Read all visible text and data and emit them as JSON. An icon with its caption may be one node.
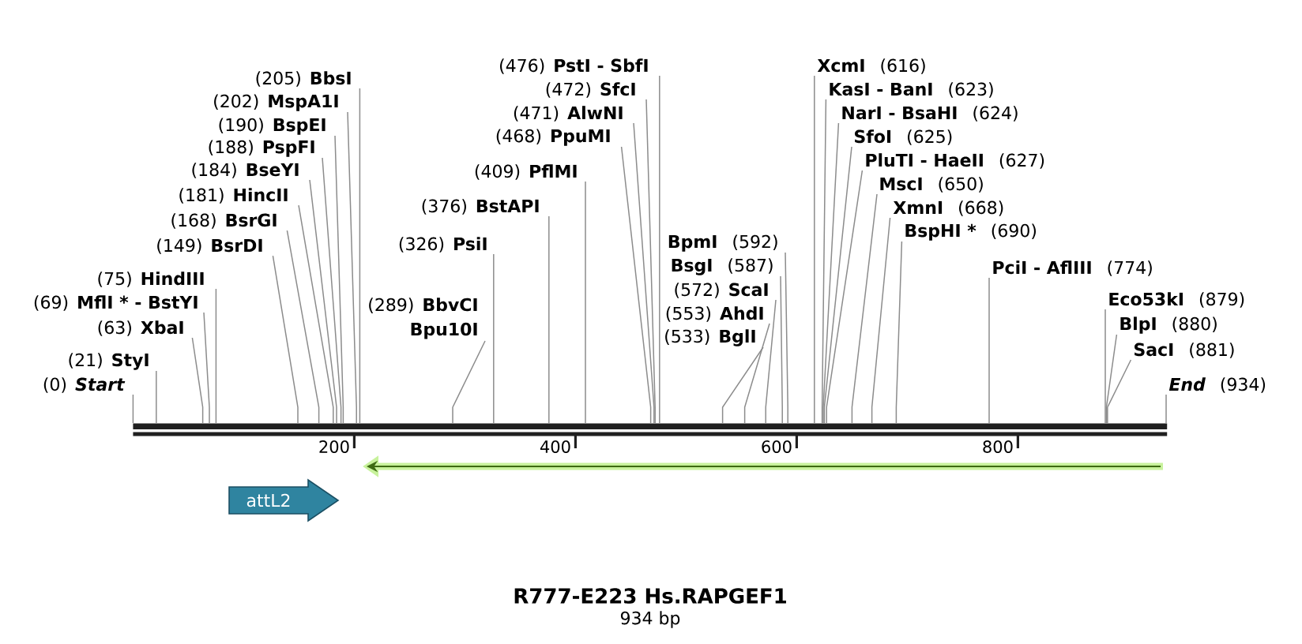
{
  "diagram": {
    "title": "R777-E223 Hs.RAPGEF1",
    "nodes": [
      {
        "text": [
          "(0)",
          "Start"
        ]
      },
      {
        "text": [
          "(21)",
          "StyI"
        ]
      },
      {
        "text": [
          "(63)",
          "XbaI"
        ]
      },
      {
        "text": [
          "(69)",
          "MflI * - BstYI"
        ]
      },
      {
        "text": [
          "(75)",
          "HindIII"
        ]
      },
      {
        "text": [
          "(149)",
          "BsrDI"
        ]
      },
      {
        "text": [
          "(168)",
          "BsrGI"
        ]
      },
      {
        "text": [
          "(181)",
          "HincII"
        ]
      },
      {
        "text": [
          "(184)",
          "BseYI"
        ]
      },
      {
        "text": [
          "(188)",
          "PspFI"
        ]
      },
      {
        "text": [
          "(190)",
          "BspEI"
        ]
      },
      {
        "text": [
          "(202)",
          "MspA1I"
        ]
      },
      {
        "text": [
          "(205)",
          "BbsI"
        ]
      },
      {
        "text": [
          "(289)",
          "BbvCI",
          "Bpu10I"
        ]
      },
      {
        "text": [
          "(326)",
          "PsiI"
        ]
      },
      {
        "text": [
          "(376)",
          "BstAPI"
        ]
      },
      {
        "text": [
          "(409)",
          "PflMI"
        ]
      },
      {
        "text": [
          "(468)",
          "PpuMI"
        ]
      },
      {
        "text": [
          "(471)",
          "AlwNI"
        ]
      },
      {
        "text": [
          "(472)",
          "SfcI"
        ]
      },
      {
        "text": [
          "(476)",
          "PstI - SbfI"
        ]
      },
      {
        "text": [
          "(533)",
          "BglI"
        ]
      },
      {
        "text": [
          "(553)",
          "AhdI"
        ]
      },
      {
        "text": [
          "(572)",
          "ScaI"
        ]
      },
      {
        "text": [
          "BsgI",
          "(587)"
        ]
      },
      {
        "text": [
          "BpmI",
          "(592)"
        ]
      },
      {
        "text": [
          "XcmI",
          "(616)"
        ]
      },
      {
        "text": [
          "KasI - BanI",
          "(623)"
        ]
      },
      {
        "text": [
          "NarI - BsaHI",
          "(624)"
        ]
      },
      {
        "text": [
          "SfoI",
          "(625)"
        ]
      },
      {
        "text": [
          "PluTI - HaeII",
          "(627)"
        ]
      },
      {
        "text": [
          "MscI",
          "(650)"
        ]
      },
      {
        "text": [
          "XmnI",
          "(668)"
        ]
      },
      {
        "text": [
          "BspHI *",
          "(690)"
        ]
      },
      {
        "text": [
          "PciI - AflIII",
          "(774)"
        ]
      },
      {
        "text": [
          "Eco53kI",
          "(879)"
        ]
      },
      {
        "text": [
          "BlpI",
          "(880)"
        ]
      },
      {
        "text": [
          "SacI",
          "(881)"
        ]
      },
      {
        "text": [
          "End",
          "(934)"
        ]
      },
      {
        "text": [],
        "shape": "bar"
      },
      {
        "text": [],
        "shape": "arrow"
      },
      {
        "text": [
          "attL2"
        ]
      }
    ],
    "edges": [
      {
        "from": 0,
        "to": 39,
        "arrow": "none"
      },
      {
        "from": 1,
        "to": 39,
        "arrow": "none"
      },
      {
        "from": 2,
        "to": 39,
        "arrow": "none"
      },
      {
        "from": 3,
        "to": 39,
        "arrow": "none"
      },
      {
        "from": 4,
        "to": 39,
        "arrow": "none"
      },
      {
        "from": 5,
        "to": 39,
        "arrow": "none"
      },
      {
        "from": 6,
        "to": 39,
        "arrow": "none"
      },
      {
        "from": 7,
        "to": 39,
        "arrow": "none"
      },
      {
        "from": 8,
        "to": 39,
        "arrow": "none"
      },
      {
        "from": 9,
        "to": 39,
        "arrow": "none"
      },
      {
        "from": 10,
        "to": 39,
        "arrow": "none"
      },
      {
        "from": 11,
        "to": 39,
        "arrow": "none"
      },
      {
        "from": 12,
        "to": 39,
        "arrow": "none"
      },
      {
        "from": 13,
        "to": 39,
        "arrow": "none"
      },
      {
        "from": 14,
        "to": 39,
        "arrow": "none"
      },
      {
        "from": 15,
        "to": 39,
        "arrow": "none"
      },
      {
        "from": 16,
        "to": 39,
        "arrow": "none"
      },
      {
        "from": 17,
        "to": 39,
        "arrow": "none"
      },
      {
        "from": 18,
        "to": 39,
        "arrow": "none"
      },
      {
        "from": 19,
        "to": 39,
        "arrow": "none"
      },
      {
        "from": 20,
        "to": 39,
        "arrow": "none"
      },
      {
        "from": 21,
        "to": 39,
        "arrow": "none"
      },
      {
        "from": 22,
        "to": 39,
        "arrow": "none"
      },
      {
        "from": 23,
        "to": 39,
        "arrow": "none"
      },
      {
        "from": 24,
        "to": 39,
        "arrow": "none"
      },
      {
        "from": 25,
        "to": 39,
        "arrow": "none"
      },
      {
        "from": 26,
        "to": 39,
        "arrow": "none"
      },
      {
        "from": 27,
        "to": 39,
        "arrow": "none"
      },
      {
        "from": 28,
        "to": 39,
        "arrow": "none"
      },
      {
        "from": 29,
        "to": 39,
        "arrow": "none"
      },
      {
        "from": 30,
        "to": 39,
        "arrow": "none"
      },
      {
        "from": 31,
        "to": 39,
        "arrow": "none"
      },
      {
        "from": 32,
        "to": 39,
        "arrow": "none"
      },
      {
        "from": 33,
        "to": 39,
        "arrow": "none"
      },
      {
        "from": 34,
        "to": 39,
        "arrow": "none"
      },
      {
        "from": 35,
        "to": 39,
        "arrow": "none"
      },
      {
        "from": 36,
        "to": 39,
        "arrow": "none"
      },
      {
        "from": 37,
        "to": 39,
        "arrow": "none"
      },
      {
        "from": 38,
        "to": 39,
        "arrow": "none"
      }
    ],
    "labels": [
      "200",
      "400",
      "600",
      "800",
      "934 bp"
    ]
  }
}
